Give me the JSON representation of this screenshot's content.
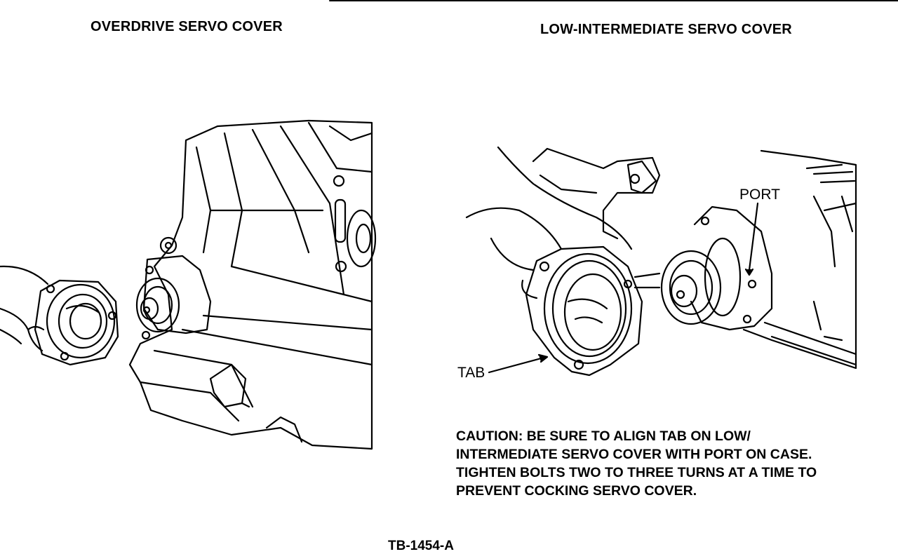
{
  "left_panel": {
    "title": "OVERDRIVE SERVO COVER"
  },
  "right_panel": {
    "title": "LOW-INTERMEDIATE SERVO COVER",
    "callouts": {
      "port": "PORT",
      "tab": "TAB"
    },
    "caution_lines": [
      "CAUTION:  BE SURE TO ALIGN TAB ON LOW/",
      "INTERMEDIATE SERVO COVER WITH PORT ON CASE.",
      "TIGHTEN BOLTS TWO TO THREE TURNS AT A TIME TO",
      "PREVENT COCKING SERVO COVER."
    ]
  },
  "figure_id": "TB-1454-A",
  "colors": {
    "ink": "#000000",
    "paper": "#ffffff"
  }
}
